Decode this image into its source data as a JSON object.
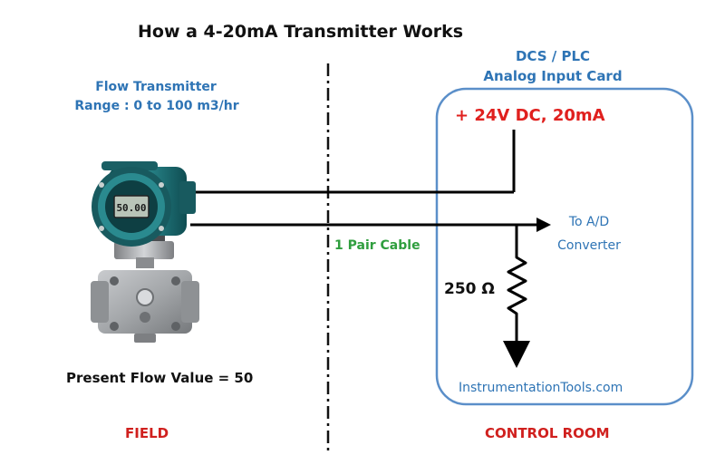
{
  "title": "How a 4-20mA Transmitter Works",
  "transmitter": {
    "name": "Flow Transmitter",
    "range": "Range : 0 to 100 m3/hr",
    "display_value": "50.00",
    "present_value_label": "Present Flow Value = 50"
  },
  "control_box": {
    "title_line1": "DCS / PLC",
    "title_line2": "Analog Input Card",
    "supply": "+ 24V DC, 20mA",
    "converter_line1": "To A/D",
    "converter_line2": "Converter",
    "resistor": "250 Ω",
    "website": "InstrumentationTools.com"
  },
  "cable_label": "1 Pair Cable",
  "zones": {
    "field": "FIELD",
    "control_room": "CONTROL ROOM"
  },
  "colors": {
    "label_blue": "#2e74b5",
    "supply_red": "#e0201e",
    "zone_red": "#d0201e",
    "cable_green": "#2f9e3e",
    "box_outline": "#5b8fc9",
    "transmitter_teal": "#1f6e74"
  }
}
